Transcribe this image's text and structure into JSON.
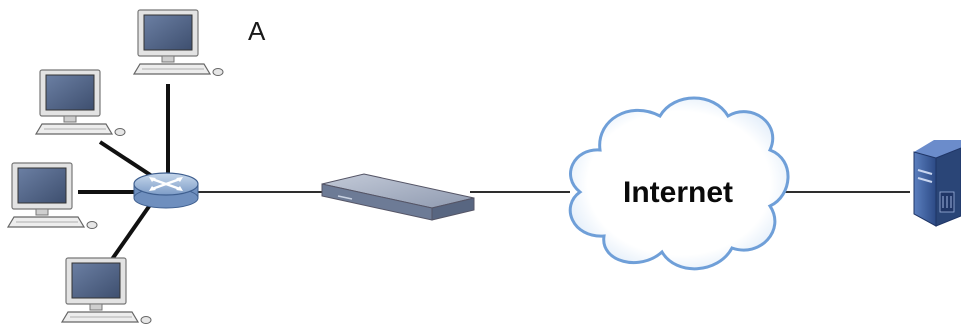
{
  "diagram": {
    "label_a": "A",
    "cloud_label": "Internet",
    "nodes": [
      {
        "id": "pc-top",
        "type": "computer-icon"
      },
      {
        "id": "pc-upper-left",
        "type": "computer-icon"
      },
      {
        "id": "pc-left",
        "type": "computer-icon"
      },
      {
        "id": "pc-bottom",
        "type": "computer-icon"
      },
      {
        "id": "router",
        "type": "router-icon"
      },
      {
        "id": "modem",
        "type": "modem-icon"
      },
      {
        "id": "internet",
        "type": "cloud-icon"
      },
      {
        "id": "server",
        "type": "server-icon"
      }
    ],
    "colors": {
      "screen": "#4a5d7e",
      "monitor_body": "#d9d9d9",
      "cloud_fill": "#ffffff",
      "cloud_stroke": "#7fa6d6",
      "router_fill": "#9bb6d8",
      "modem_fill": "#9aa7bf",
      "server_fill": "#3b5d98",
      "link": "#111111"
    }
  }
}
